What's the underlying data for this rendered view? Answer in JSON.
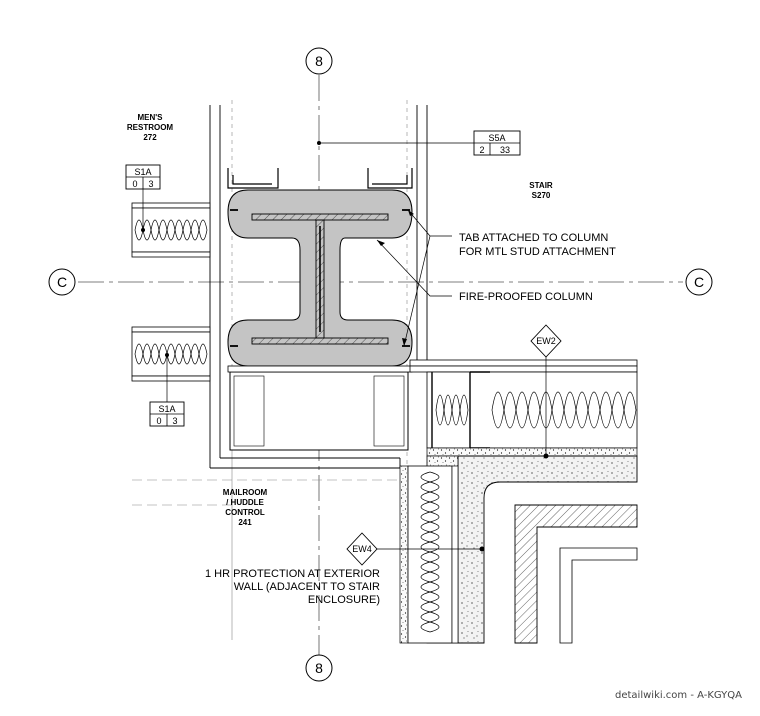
{
  "grid_lines": {
    "vertical_top": "8",
    "vertical_bottom": "8",
    "horizontal_left": "C",
    "horizontal_right": "C"
  },
  "rooms": [
    {
      "name_line1": "MEN'S",
      "name_line2": "RESTROOM",
      "number": "272"
    },
    {
      "name_line1": "STAIR",
      "number": "S270"
    },
    {
      "name_line1": "MAILROOM",
      "name_line2": "/ HUDDLE",
      "name_line3": "CONTROL",
      "number": "241"
    }
  ],
  "section_tags": {
    "s5a": {
      "id": "S5A",
      "left": "2",
      "right": "33"
    },
    "s1a_top": {
      "id": "S1A",
      "left": "0",
      "right": "3"
    },
    "s1a_bottom": {
      "id": "S1A",
      "left": "0",
      "right": "3"
    }
  },
  "wall_tags": {
    "ew2": "EW2",
    "ew4": "EW4"
  },
  "notes": {
    "tab_line1": "TAB ATTACHED TO COLUMN",
    "tab_line2": "FOR MTL STUD ATTACHMENT",
    "fireproof": "FIRE-PROOFED COLUMN",
    "protection_line1": "1 HR PROTECTION AT EXTERIOR",
    "protection_line2": "WALL (ADJACENT TO STAIR",
    "protection_line3": "ENCLOSURE)"
  },
  "footer": "detailwiki.com - A-KGYQA",
  "colors": {
    "line": "#000000",
    "fireproofing": "#c4c4c4",
    "concrete_fill": "#f3f3f3"
  }
}
